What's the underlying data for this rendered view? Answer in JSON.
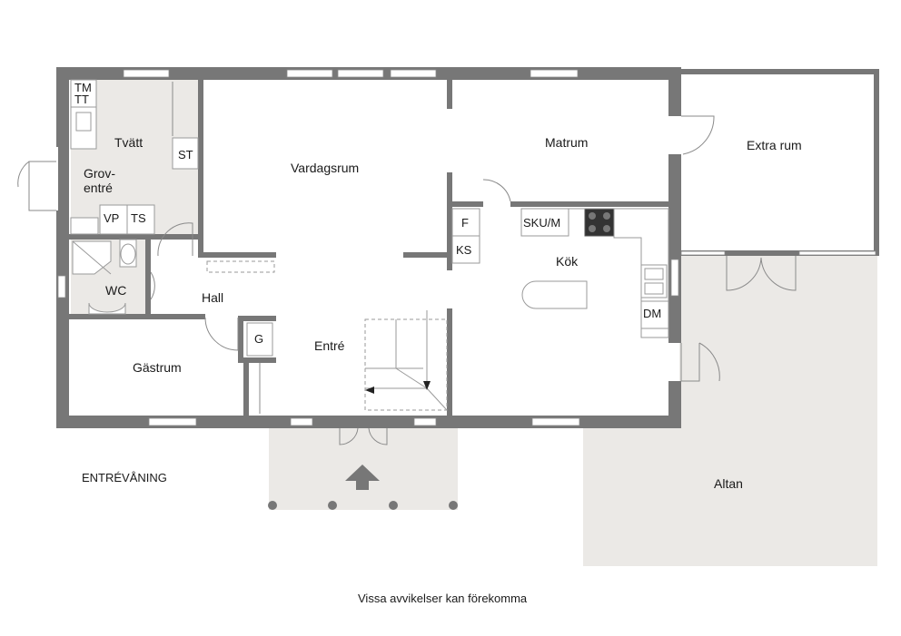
{
  "floor": {
    "name": "ENTRÉVÅNING",
    "disclaimer": "Vissa avvikelser kan förekomma"
  },
  "rooms": {
    "tvatt": "Tvätt",
    "grov_line1": "Grov-",
    "grov_line2": "entré",
    "vardagsrum": "Vardagsrum",
    "matrum": "Matrum",
    "extra_rum": "Extra rum",
    "kok": "Kök",
    "wc": "WC",
    "hall": "Hall",
    "entre": "Entré",
    "gastrum": "Gästrum",
    "altan": "Altan"
  },
  "fixtures": {
    "tm": "TM",
    "tt": "TT",
    "st": "ST",
    "vp": "VP",
    "ts": "TS",
    "f": "F",
    "ks": "KS",
    "sku_m": "SKU/M",
    "dm": "DM",
    "g": "G"
  },
  "colors": {
    "wall": "#777777",
    "utility_floor": "#ebe9e6",
    "deck": "#ebe9e6"
  }
}
